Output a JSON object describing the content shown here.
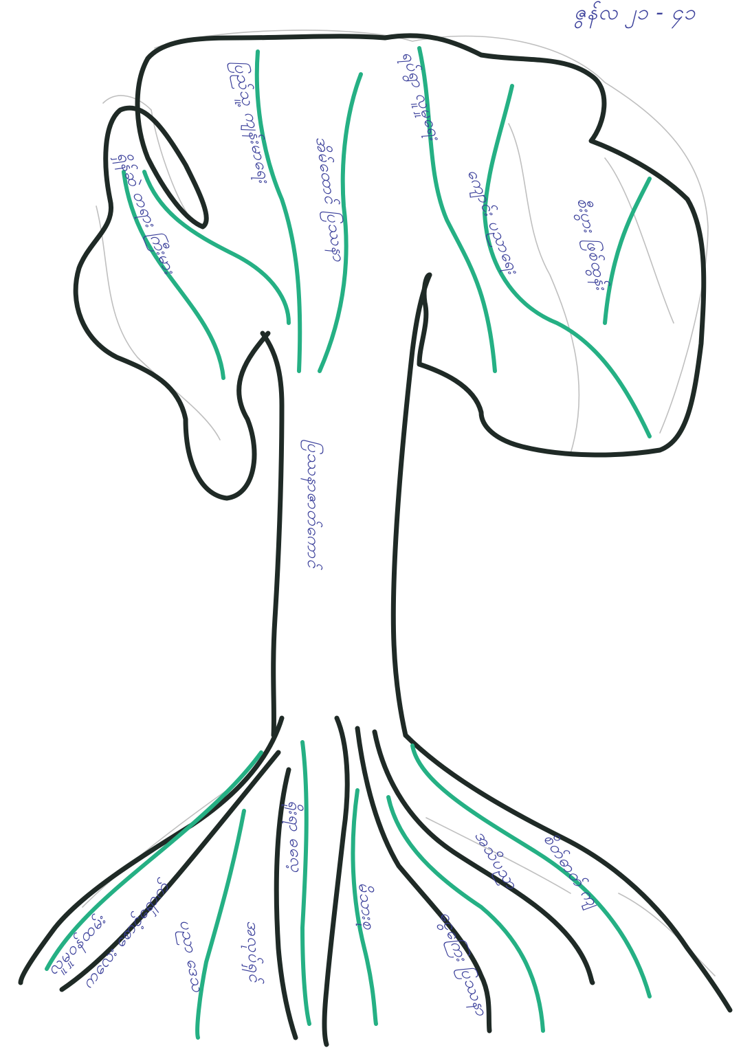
{
  "header_text": "ဇွန်လ ၂၁ - ၄၁",
  "trunk_label": "ပြဿနာဇာတ်ကောင်",
  "canopy_labels": [
    "ရှိန်ဆဲ တရား ကြီးမား",
    "ပြည်သူ့ ကျန်းမာရေး",
    "အိမ်ထောင် ပြဿနာ",
    "ရပ်ရွာ လူမှုရေး",
    "ကျောင်း ပညာရေး",
    "စီးပွား ဖြစ်ထွန်း"
  ],
  "root_labels": [
    "လူမှုဝန်ထမ်း",
    "ကလေး စောင့်ရှောက်",
    "ပညာ ဒေသ",
    "အလုပ်ရှင်",
    "ရိုးရာ ဓလေ့",
    "မိသားစု",
    "ငွေကြေး ပြဿနာ",
    "အသိပညာ",
    "စိတ်ဓာတ် ကျ"
  ],
  "colors": {
    "outline": "#1f2a26",
    "vein": "#25b084",
    "handwriting": "#3a3f9a",
    "pencil": "#bfbfbf"
  }
}
